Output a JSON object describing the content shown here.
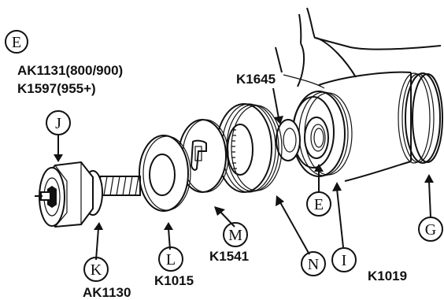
{
  "callouts": {
    "E_top": "E",
    "J": "J",
    "K": "K",
    "L": "L",
    "M": "M",
    "N": "N",
    "I": "I",
    "E_part": "E",
    "G": "G"
  },
  "part_numbers": {
    "e_line1": "AK1131(800/900)",
    "e_line2": "K1597(955+)",
    "k1645": "K1645",
    "ak1130": "AK1130",
    "k1015": "K1015",
    "k1541": "K1541",
    "k1019": "K1019"
  },
  "colors": {
    "ink": "#111111",
    "background": "#ffffff"
  }
}
